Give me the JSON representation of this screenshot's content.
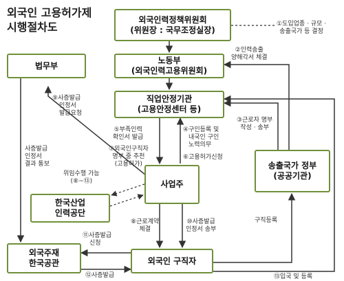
{
  "title": {
    "line1": "외국인 고용허가제",
    "line2": "시행절차도"
  },
  "nodes": {
    "committee": {
      "line1": "외국인력정책위원회",
      "line2": "(위원장 : 국무조정실장)"
    },
    "labor": {
      "line1": "노동부",
      "line2": "(외국인력고용위원회)"
    },
    "justice": {
      "line1": "법무부"
    },
    "job_center": {
      "line1": "직업안정기관",
      "line2": "(고용안정센터 등)"
    },
    "sending_country": {
      "line1": "송출국가 정부",
      "line2": "(공공기관)"
    },
    "employer": {
      "line1": "사업주"
    },
    "hrd": {
      "line1": "한국산업",
      "line2": "인력공단"
    },
    "embassy": {
      "line1": "외국주재",
      "line2": "한국공관"
    },
    "job_seeker": {
      "line1": "외국인 구직자"
    }
  },
  "labels": {
    "s1": [
      "①도입업종 · 규모 ·",
      "송출국가 등 결정"
    ],
    "s2": [
      "②인력송출",
      "양해각서 체결"
    ],
    "s3": [
      "③근로자 명부",
      "작성 · 송부"
    ],
    "s4": [
      "④구인등록 및",
      "내국인 구인",
      "노력의무"
    ],
    "s5": [
      "⑤부족인력",
      "확인서 발급"
    ],
    "s6": [
      "⑥고용허가신청"
    ],
    "s7": [
      "⑦외국인구직자",
      "명부 중 추천",
      "(고용허가)"
    ],
    "s8": [
      "⑧근로계약",
      "체결"
    ],
    "s9": [
      "⑨사증발급",
      "인정서",
      "발급요청"
    ],
    "s10": [
      "⑩사증발급",
      "인정서 송부"
    ],
    "s11": [
      "⑪사증발급",
      "신청"
    ],
    "s12": [
      "⑫사증발급"
    ],
    "s13": [
      "⑬입국 및 등록"
    ],
    "visa_notice": [
      "사증발급",
      "인정서",
      "결과 통보"
    ],
    "delegation": [
      "위임수행 가능",
      "(⑧~⑬)"
    ],
    "job_registration": [
      "구직등록"
    ]
  },
  "colors": {
    "box_border": "#6f8f3a",
    "line": "#333333"
  }
}
